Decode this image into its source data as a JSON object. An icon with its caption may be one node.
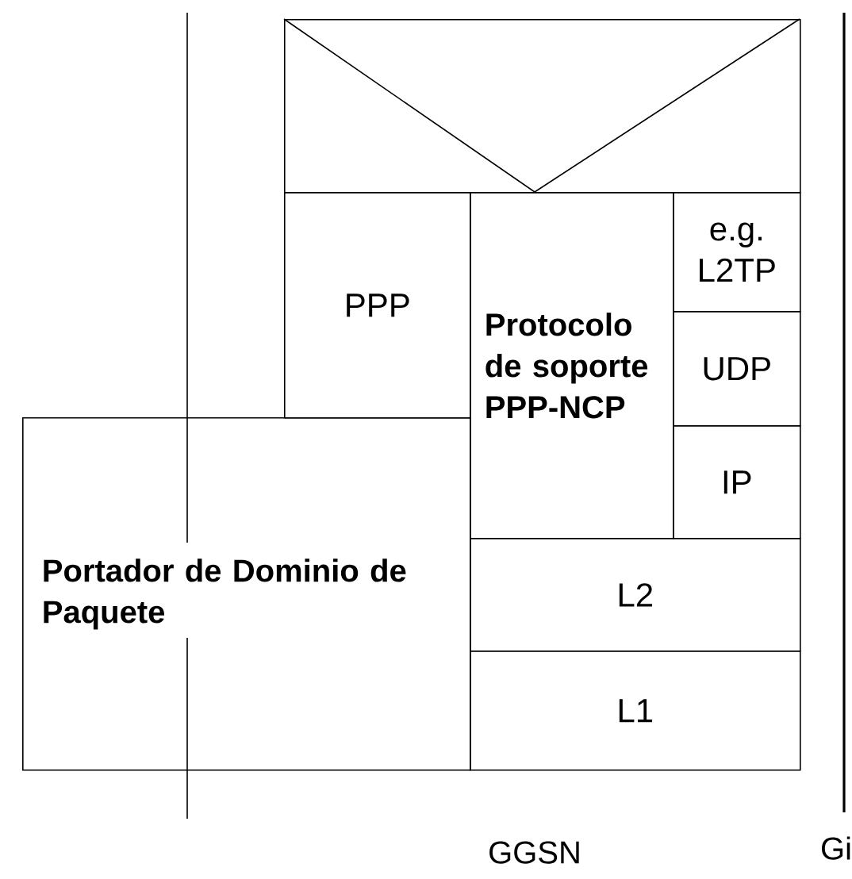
{
  "diagram": {
    "nodes": [
      {
        "text": [],
        "shape": "box"
      },
      {
        "text": [
          "PPP"
        ]
      },
      {
        "text": [
          "Protocolo de soporte PPP-NCP"
        ]
      },
      {
        "text": [
          "e.g. L2TP"
        ]
      },
      {
        "text": [
          "UDP"
        ]
      },
      {
        "text": [
          "IP"
        ]
      },
      {
        "text": [
          "Portador de Dominio de Paquete"
        ]
      },
      {
        "text": [
          "L2"
        ]
      },
      {
        "text": [
          "L1"
        ]
      }
    ],
    "edges": [],
    "labels": [
      "GGSN",
      "Gi"
    ]
  }
}
